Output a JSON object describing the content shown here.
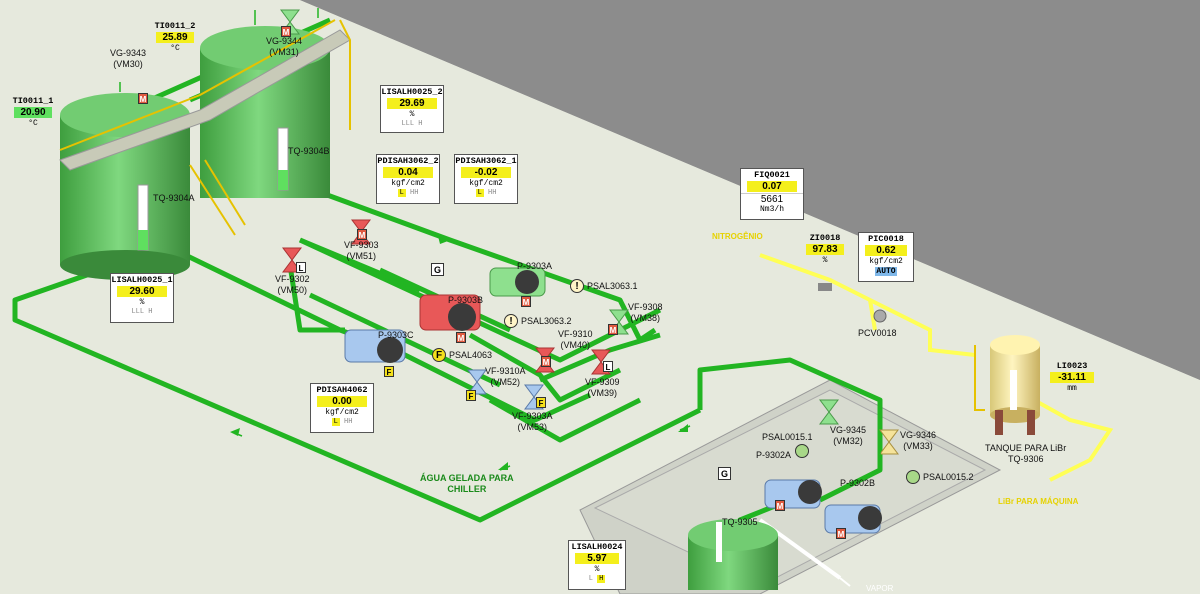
{
  "tanks": {
    "tq9304a": "TQ-9304A",
    "tq9304b": "TQ-9304B",
    "tq9305": "TQ-9305",
    "libr_title": "TANQUE PARA LiBr",
    "libr_tag": "TQ-9306"
  },
  "instruments": {
    "ti0011_1": {
      "tag": "TI0011_1",
      "value": "20.90",
      "unit": "°C"
    },
    "ti0011_2": {
      "tag": "TI0011_2",
      "value": "25.89",
      "unit": "°C"
    },
    "lisalh0025_2": {
      "tag": "LISALH0025_2",
      "value": "29.69",
      "unit": "%",
      "flags": "LLL  H"
    },
    "lisalh0025_1": {
      "tag": "LISALH0025_1",
      "value": "29.60",
      "unit": "%",
      "flags": "LLL  H"
    },
    "pdisah3062_2": {
      "tag": "PDISAH3062_2",
      "value": "0.04",
      "unit": "kgf/cm2",
      "flag_l": "L",
      "flag_hh": "HH"
    },
    "pdisah3062_1": {
      "tag": "PDISAH3062_1",
      "value": "-0.02",
      "unit": "kgf/cm2",
      "flag_l": "L",
      "flag_hh": "HH"
    },
    "pdisah4062": {
      "tag": "PDISAH4062",
      "value": "0.00",
      "unit": "kgf/cm2",
      "flag_l": "L",
      "flag_hh": "HH"
    },
    "lisalh0024": {
      "tag": "LISALH0024",
      "value": "5.97",
      "unit": "%",
      "flag_l": "L",
      "flag_h": "H"
    },
    "fiq0021": {
      "tag": "FIQ0021",
      "value": "0.07",
      "total": "5661",
      "unit": "Nm3/h"
    },
    "zi0018": {
      "tag": "ZI0018",
      "value": "97.83",
      "unit": "%"
    },
    "pic0018": {
      "tag": "PIC0018",
      "value": "0.62",
      "unit": "kgf/cm2",
      "mode": "AUTO"
    },
    "li0023": {
      "tag": "LI0023",
      "value": "-31.11",
      "unit": "mm"
    }
  },
  "valves": {
    "vg9343": "VG-9343\n(VM30)",
    "vg9344": "VG-9344\n(VM31)",
    "vf9303": "VF-9303\n(VM51)",
    "vf9302": "VF-9302\n(VM50)",
    "vf9308": "VF-9308\n(VM38)",
    "vf9310": "VF-9310\n(VM40)",
    "vf9310a": "VF-9310A\n(VM52)",
    "vf9309": "VF-9309\n(VM39)",
    "vf9303a": "VF-9303A\n(VM53)",
    "vg9345": "VG-9345\n(VM32)",
    "vg9346": "VG-9346\n(VM33)",
    "pcv0018": "PCV0018"
  },
  "pumps": {
    "p9303a": "P-9303A",
    "p9303b": "P-9303B",
    "p9303c": "P-9303C",
    "p9302a": "P-9302A",
    "p9302b": "P-9302B"
  },
  "alarms": {
    "psal3063_1": "PSAL3063.1",
    "psal3063_2": "PSAL3063.2",
    "psal4063": "PSAL4063",
    "psal0015_1": "PSAL0015.1",
    "psal0015_2": "PSAL0015.2"
  },
  "labels": {
    "agua_gelada": "ÁGUA GELADA PARA\nCHILLER",
    "nitrogen": "NITROGÊNIO",
    "libr_maquina": "LiBr PARA MÁQUINA",
    "vapor": "VAPOR"
  },
  "tag_letters": {
    "m": "M",
    "l": "L",
    "f": "F",
    "g": "G",
    "bang": "!"
  },
  "colors": {
    "pipe_green": "#22b522",
    "pipe_yellow": "#ffff55",
    "tank_green": "#5cc25c",
    "floor": "#e8ebe0",
    "background": "#8c8c8c",
    "pump_red": "#e85858",
    "pump_green": "#8ee08e",
    "pump_blue": "#a8c8ee",
    "value_yellow": "#f4ef1c",
    "value_green": "#5fe05f"
  }
}
